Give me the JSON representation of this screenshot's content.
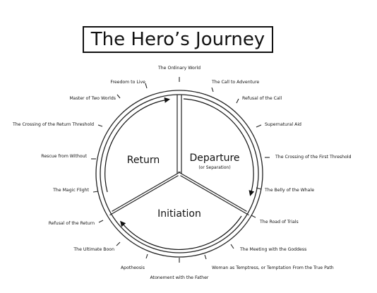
{
  "title": "The Hero’s Journey",
  "sections": {
    "departure": "Departure",
    "departure_sub": "(or Separation)",
    "initiation": "Initiation",
    "return": "Return"
  },
  "stages": [
    "The Ordinary World",
    "The Call to Adventure",
    "Refusal of the Call",
    "Supernatural Aid",
    "The Crossing of the First Threshold",
    "The Belly of the Whale",
    "The Road of Trials",
    "The Meeting with the Goddess",
    "Woman as Temptress, or Temptation From the True Path",
    "Atonement with the Father",
    "Apotheosis",
    "The Ultimate Boon",
    "Refusal of the Return",
    "The Magic Flight",
    "Rescue from Without",
    "The Crossing of the Return Threshold",
    "Master of Two Worlds",
    "Freedom to Live"
  ]
}
